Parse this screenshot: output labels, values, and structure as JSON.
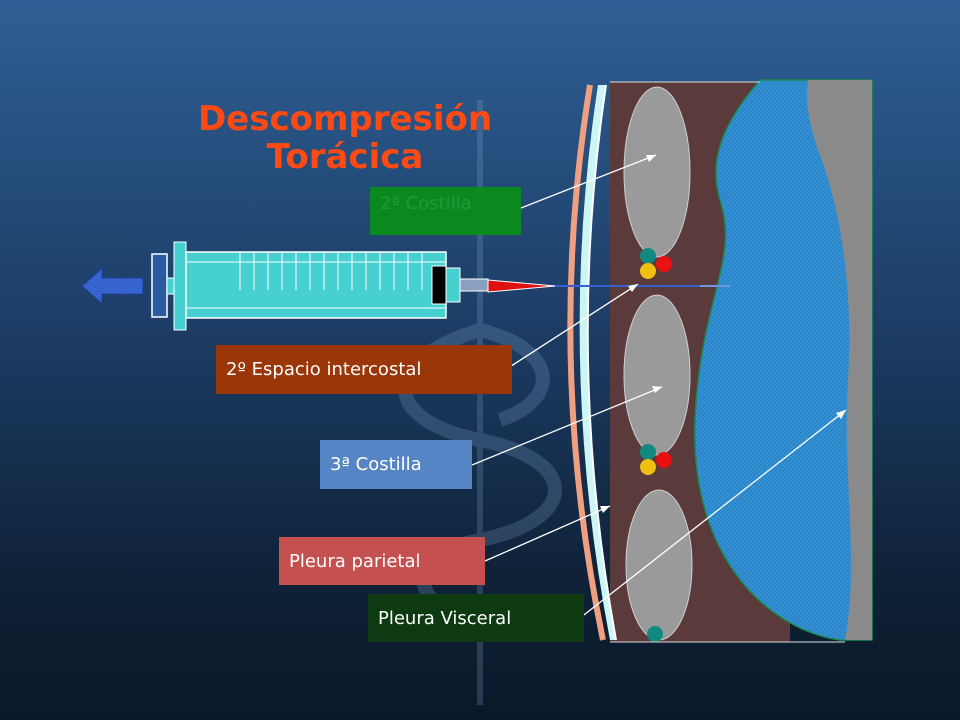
{
  "title": {
    "line1": "Descompresión",
    "line2": "Torácica"
  },
  "labels": {
    "costilla_2": "2ª Costilla",
    "espacio_intercostal_2": "2º Espacio intercostal",
    "costilla_3": "3ª Costilla",
    "pleura_parietal": "Pleura parietal",
    "pleura_visceral": "Pleura Visceral"
  },
  "colors": {
    "title": "#ff4a14",
    "chest_wall": "#5a3a3a",
    "lung": "#2a86c8",
    "rib": "#9a9a9a",
    "syringe": "#46d0d0",
    "needle_tip": "#e01010",
    "arrow": "#2c58c8"
  },
  "icons": [
    "syringe-icon",
    "left-arrow-icon",
    "caduceus-icon"
  ]
}
